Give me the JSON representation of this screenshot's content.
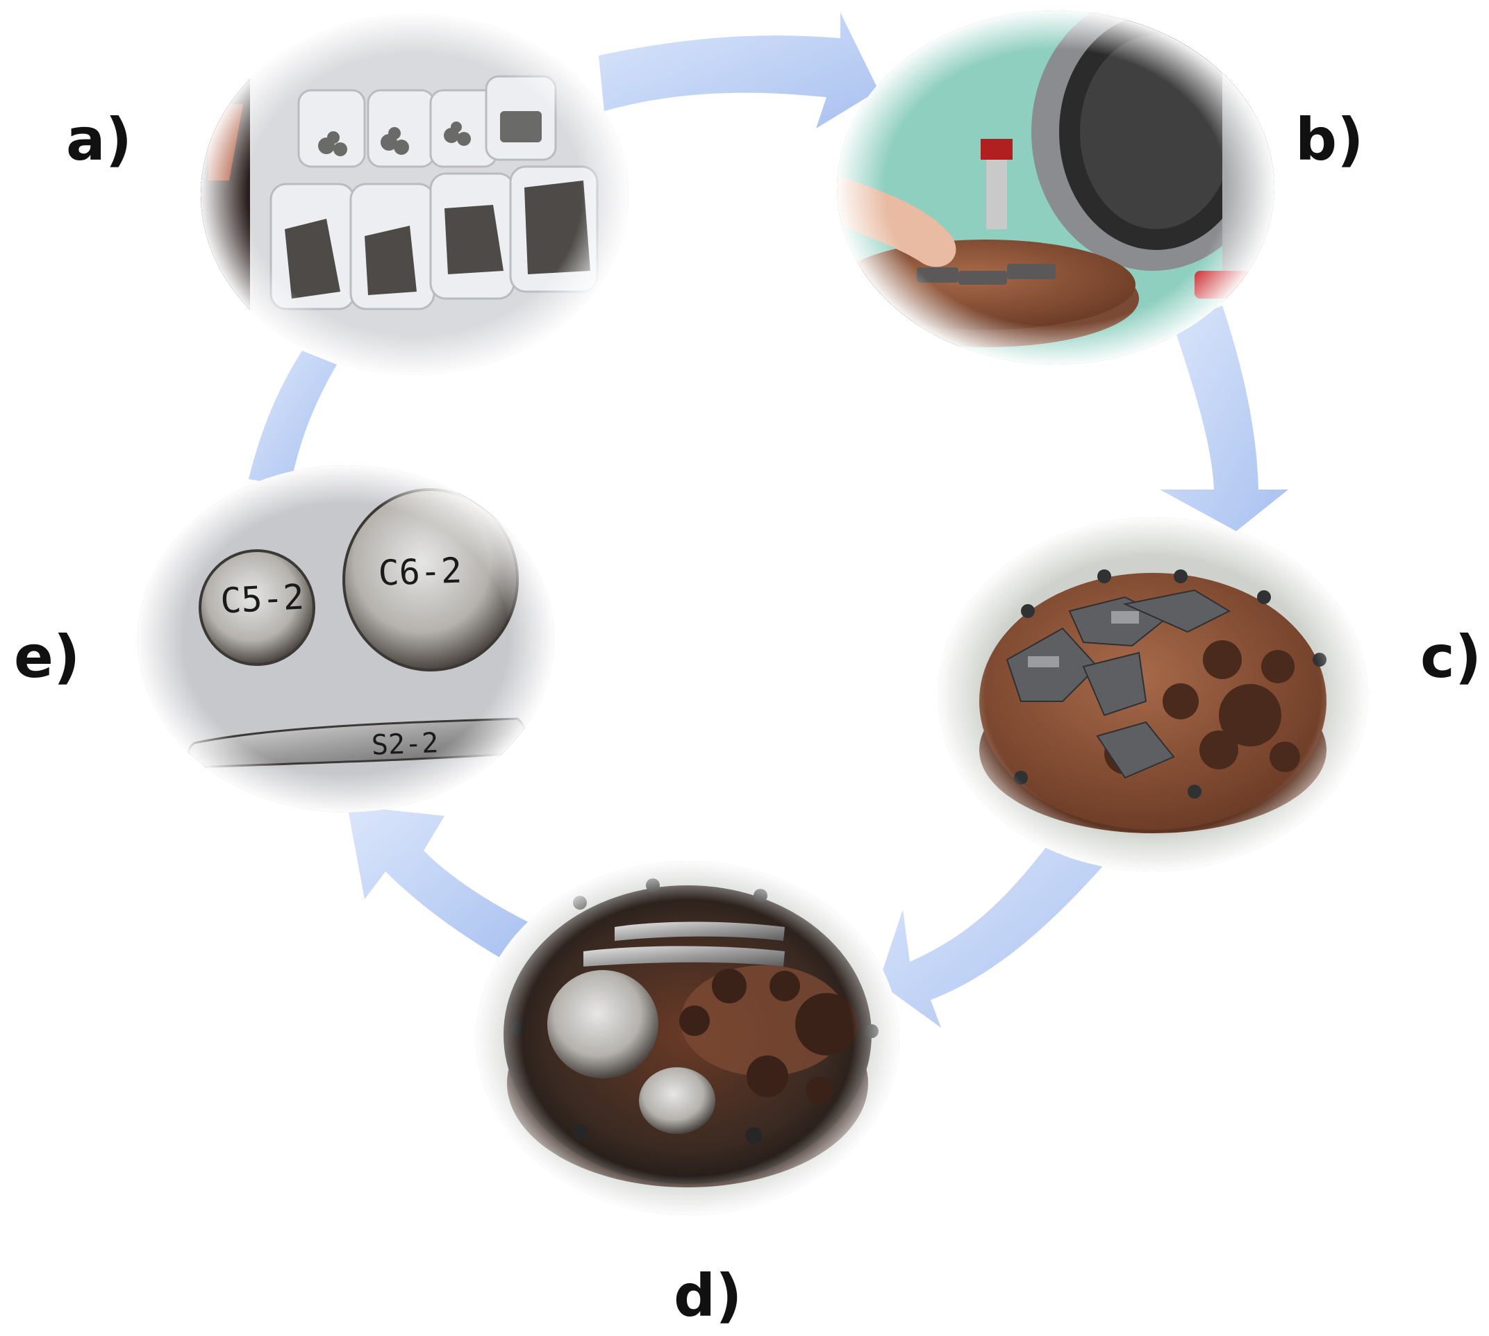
{
  "labels": {
    "a": "a)",
    "b": "b)",
    "c": "c)",
    "d": "d)",
    "e": "e)"
  },
  "samples": {
    "small_button": "C5-2",
    "large_button": "C6-2",
    "rod": "S2-2"
  },
  "colors": {
    "arrow_fill": "#bcd0f4",
    "copper": "#8a5438",
    "metal": "#9a9a9a",
    "background": "#ffffff"
  },
  "photos": [
    {
      "id": "a",
      "icon": "sorted-metal-pieces-photo"
    },
    {
      "id": "b",
      "icon": "loading-arc-furnace-photo"
    },
    {
      "id": "c",
      "icon": "loaded-copper-hearth-photo"
    },
    {
      "id": "d",
      "icon": "melted-ingots-on-hearth-photo"
    },
    {
      "id": "e",
      "icon": "finished-alloy-buttons-photo"
    }
  ]
}
